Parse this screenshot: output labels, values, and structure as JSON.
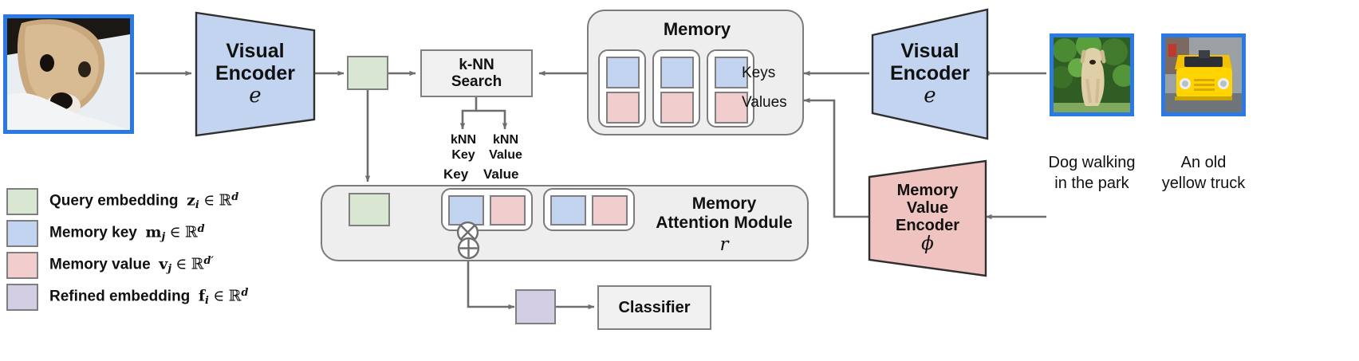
{
  "diagram": {
    "title": "Memory-augmented visual classification pipeline",
    "colors": {
      "query_green": "#d9e7d2",
      "memory_key_blue": "#c2d4ef",
      "memory_value_red": "#f1cdcd",
      "refined_purple": "#d4cee4",
      "encoder_blue": "#c2d4ef",
      "value_encoder_pink": "#eec3c0",
      "photo_border": "#2b7ae4",
      "panel_gray": "#eeeeee",
      "box_gray": "#f0f0f0",
      "stroke": "#7f7f7f"
    },
    "query_image": {
      "alt": "Close-up photo of a tan dog resting on a white blanket"
    },
    "visual_encoder_left": {
      "line1": "Visual",
      "line2": "Encoder",
      "symbol": "e"
    },
    "visual_encoder_right": {
      "line1": "Visual",
      "line2": "Encoder",
      "symbol": "e"
    },
    "memory_value_encoder": {
      "line1": "Memory",
      "line2": "Value",
      "line3": "Encoder",
      "symbol": "ϕ"
    },
    "knn_search": {
      "line1": "k-NN",
      "line2": "Search"
    },
    "knn_outputs": [
      {
        "line1": "kNN",
        "line2": "Key"
      },
      {
        "line1": "kNN",
        "line2": "Value"
      }
    ],
    "memory": {
      "title": "Memory",
      "keys_label": "Keys",
      "values_label": "Values",
      "slots": [
        {
          "key": "memory-key",
          "value": "memory-value"
        },
        {
          "key": "memory-key",
          "value": "memory-value"
        },
        {
          "key": "memory-key",
          "value": "memory-value"
        }
      ]
    },
    "attention_module": {
      "line1": "Memory",
      "line2": "Attention Module",
      "symbol": "r",
      "pair_labels": {
        "key": "Key",
        "value": "Value"
      },
      "operators": {
        "multiply": "⊗",
        "add": "⊕"
      },
      "pairs": [
        {
          "key": "memory-key",
          "value": "memory-value"
        },
        {
          "key": "memory-key",
          "value": "memory-value"
        }
      ]
    },
    "classifier": {
      "label": "Classifier"
    },
    "reference_items": [
      {
        "caption": "Dog walking in the park",
        "alt": "Photo of a golden retriever walking on grass with green trees behind"
      },
      {
        "caption": "An old yellow truck",
        "alt": "Photo of the front of an old yellow truck"
      }
    ],
    "legend": [
      {
        "swatch": "#d9e7d2",
        "text": "Query embedding",
        "var": "z",
        "sub": "i",
        "set": "ℝ",
        "exp": "d"
      },
      {
        "swatch": "#c2d4ef",
        "text": "Memory key",
        "var": "m",
        "sub": "j",
        "set": "ℝ",
        "exp": "d"
      },
      {
        "swatch": "#f1cdcd",
        "text": "Memory value",
        "var": "v",
        "sub": "j",
        "set": "ℝ",
        "exp": "d′"
      },
      {
        "swatch": "#d4cee4",
        "text": "Refined embedding",
        "var": "f",
        "sub": "i",
        "set": "ℝ",
        "exp": "d"
      }
    ],
    "legend_member_symbol": "∈"
  }
}
